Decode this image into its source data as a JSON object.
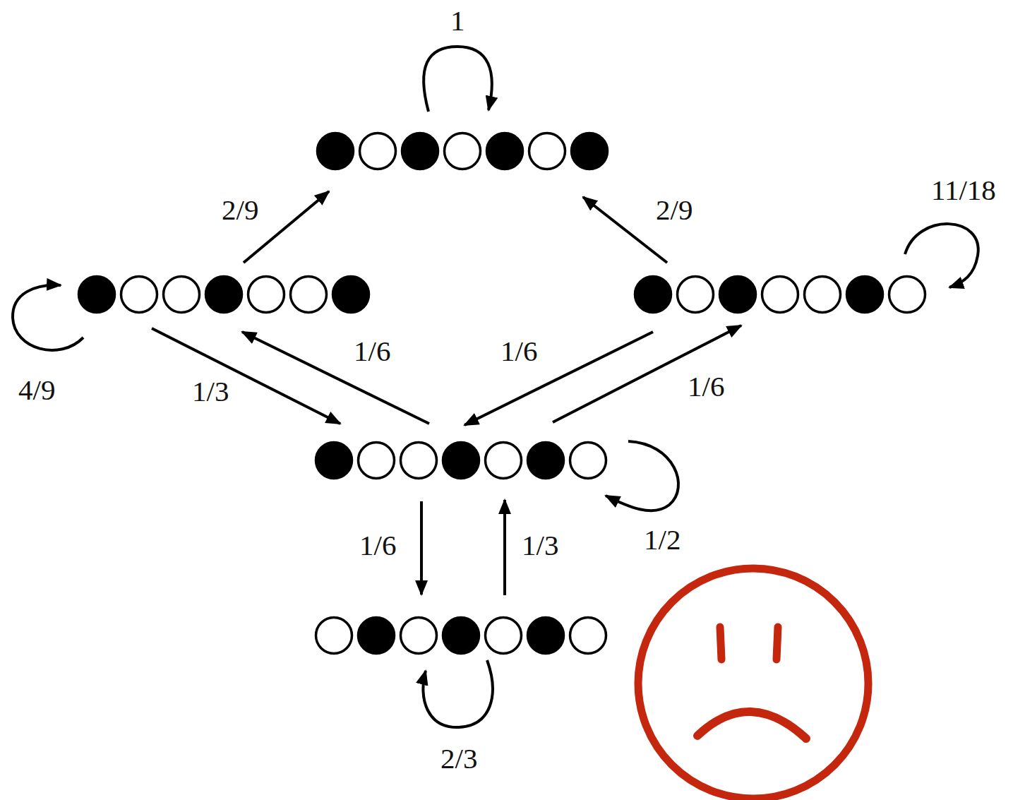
{
  "diagram": {
    "nodes": [
      {
        "text": []
      },
      {
        "text": []
      },
      {
        "text": []
      },
      {
        "text": []
      },
      {
        "text": []
      }
    ],
    "edges": [
      {
        "from": 0,
        "to": 0,
        "label": "1",
        "arrow": "to"
      },
      {
        "from": 1,
        "to": 0,
        "label": "2/9",
        "arrow": "to"
      },
      {
        "from": 2,
        "to": 0,
        "label": "2/9",
        "arrow": "to"
      },
      {
        "from": 2,
        "to": 2,
        "label": "11/18",
        "arrow": "to"
      },
      {
        "from": 1,
        "to": 1,
        "label": "4/9",
        "arrow": "to"
      },
      {
        "from": 1,
        "to": 3,
        "label": "1/3",
        "arrow": "to"
      },
      {
        "from": 3,
        "to": 1,
        "label": "1/6",
        "arrow": "to"
      },
      {
        "from": 2,
        "to": 3,
        "label": "1/6",
        "arrow": "to"
      },
      {
        "from": 3,
        "to": 2,
        "label": "1/6",
        "arrow": "to"
      },
      {
        "from": 3,
        "to": 3,
        "label": "1/2",
        "arrow": "to"
      },
      {
        "from": 3,
        "to": 4,
        "label": "1/6",
        "arrow": "to"
      },
      {
        "from": 4,
        "to": 3,
        "label": "1/3",
        "arrow": "to"
      },
      {
        "from": 4,
        "to": 4,
        "label": "2/3",
        "arrow": "to"
      }
    ]
  }
}
